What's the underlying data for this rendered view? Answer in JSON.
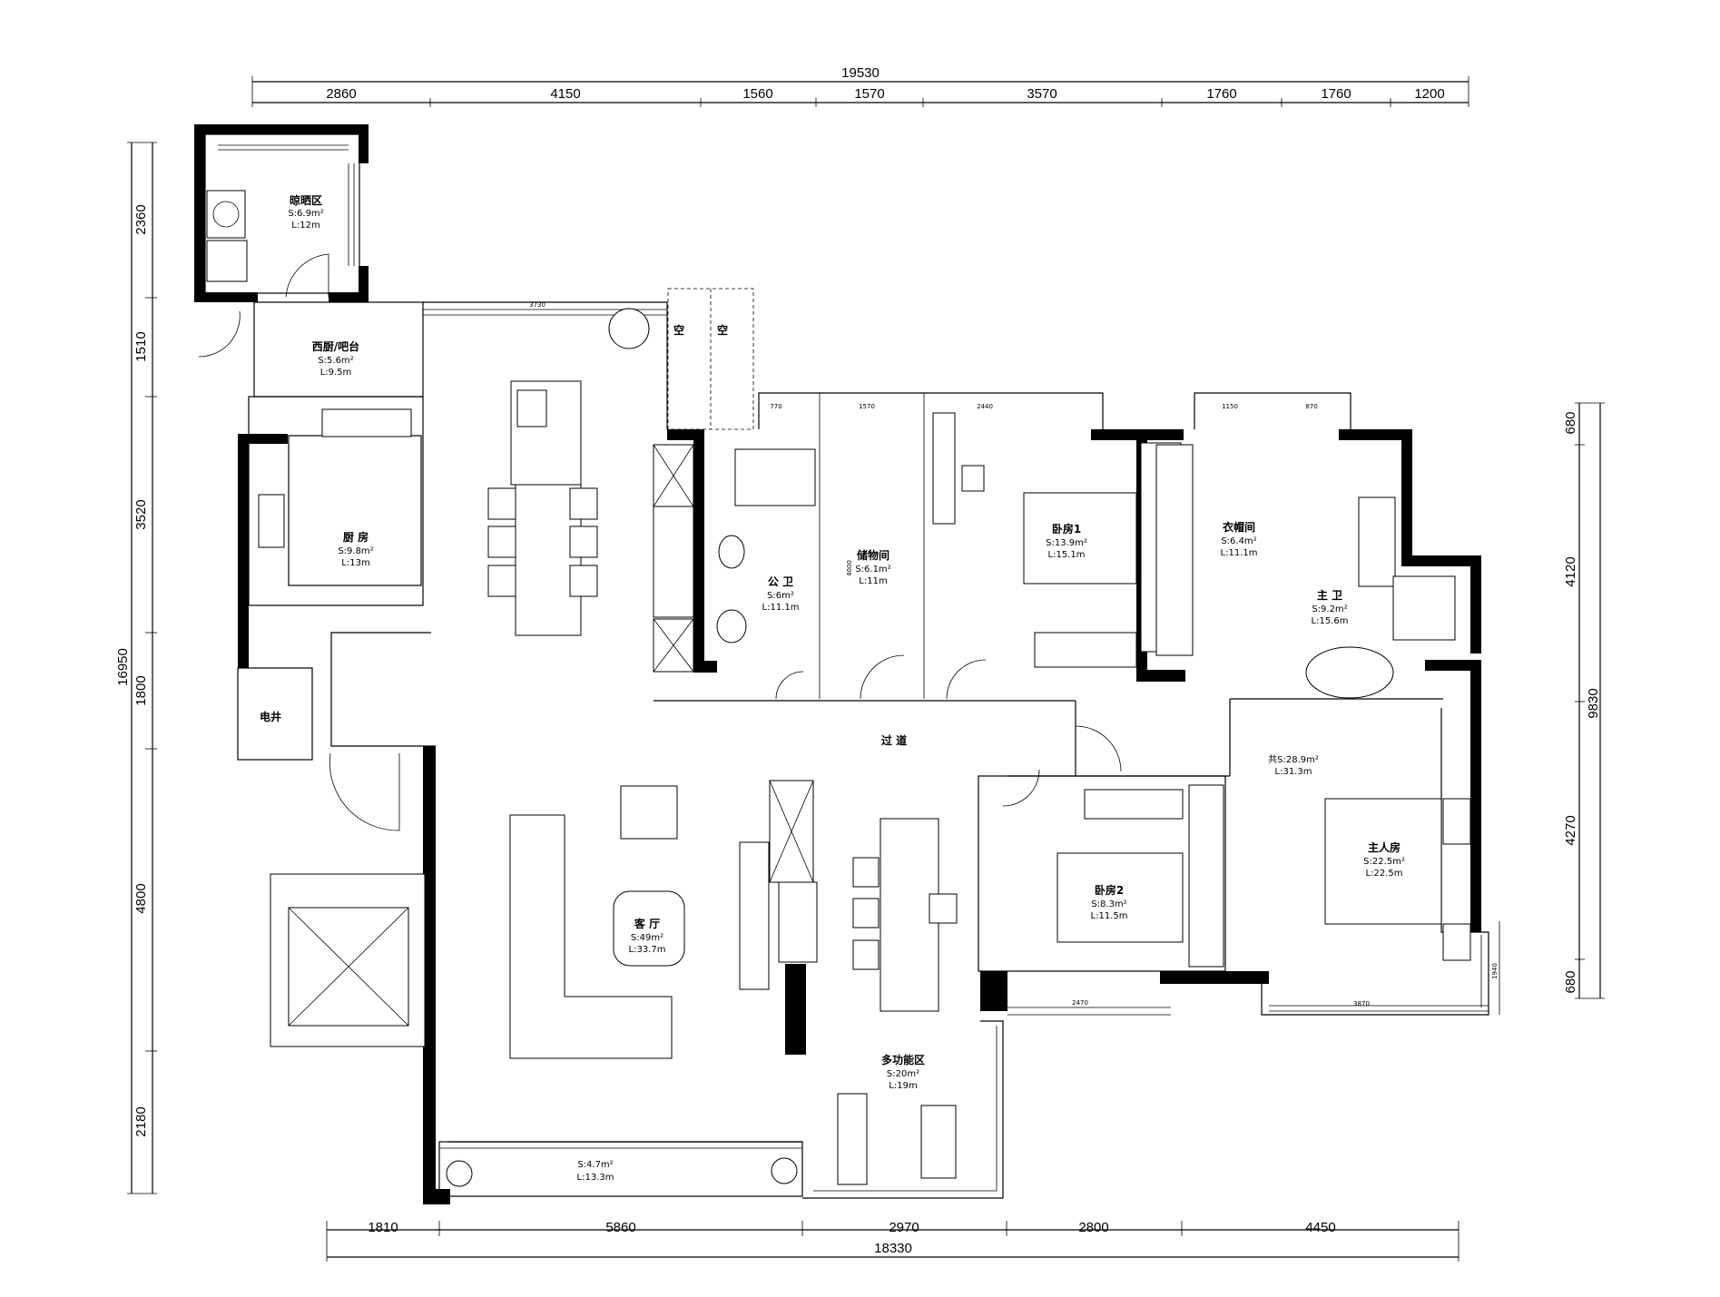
{
  "dimensions": {
    "top_total": "19530",
    "top": [
      "2860",
      "4150",
      "1560",
      "1570",
      "3570",
      "1760",
      "1760",
      "1200"
    ],
    "bottom_total": "18330",
    "bottom": [
      "1810",
      "5860",
      "2970",
      "2800",
      "4450"
    ],
    "left_total": "16950",
    "left": [
      "2360",
      "1510",
      "3520",
      "1800",
      "4800",
      "2180"
    ],
    "right_total": "9830",
    "right": [
      "680",
      "4120",
      "4270",
      "680"
    ],
    "inner": [
      "3730",
      "770",
      "1570",
      "2440",
      "1150",
      "870",
      "2470",
      "3870",
      "1940",
      "4000"
    ]
  },
  "rooms": [
    {
      "id": "laundry",
      "name": "晾晒区",
      "area": "S:6.9m²",
      "perimeter": "L:12m"
    },
    {
      "id": "western-kitchen",
      "name": "西厨/吧台",
      "area": "S:5.6m²",
      "perimeter": "L:9.5m"
    },
    {
      "id": "kitchen",
      "name": "厨 房",
      "area": "S:9.8m²",
      "perimeter": "L:13m"
    },
    {
      "id": "shaft",
      "name": "电井",
      "area": "",
      "perimeter": ""
    },
    {
      "id": "public-bath",
      "name": "公 卫",
      "area": "S:6m²",
      "perimeter": "L:11.1m"
    },
    {
      "id": "storage",
      "name": "储物间",
      "area": "S:6.1m²",
      "perimeter": "L:11m"
    },
    {
      "id": "bedroom1",
      "name": "卧房1",
      "area": "S:13.9m²",
      "perimeter": "L:15.1m"
    },
    {
      "id": "cloakroom",
      "name": "衣帽间",
      "area": "S:6.4m²",
      "perimeter": "L:11.1m"
    },
    {
      "id": "master-bath",
      "name": "主 卫",
      "area": "S:9.2m²",
      "perimeter": "L:15.6m"
    },
    {
      "id": "corridor",
      "name": "过 道",
      "area": "",
      "perimeter": ""
    },
    {
      "id": "bedroom2",
      "name": "卧房2",
      "area": "S:8.3m²",
      "perimeter": "L:11.5m"
    },
    {
      "id": "master-bedroom",
      "name": "主人房",
      "area": "S:22.5m²",
      "perimeter": "L:22.5m"
    },
    {
      "id": "master-total",
      "name": "",
      "area": "共S:28.9m²",
      "perimeter": "L:31.3m"
    },
    {
      "id": "living",
      "name": "客 厅",
      "area": "S:49m²",
      "perimeter": "L:33.7m"
    },
    {
      "id": "multi",
      "name": "多功能区",
      "area": "S:20m²",
      "perimeter": "L:19m"
    },
    {
      "id": "balcony",
      "name": "",
      "area": "S:4.7m²",
      "perimeter": "L:13.3m"
    }
  ],
  "labels": {
    "void_1": "空",
    "void_2": "空"
  }
}
